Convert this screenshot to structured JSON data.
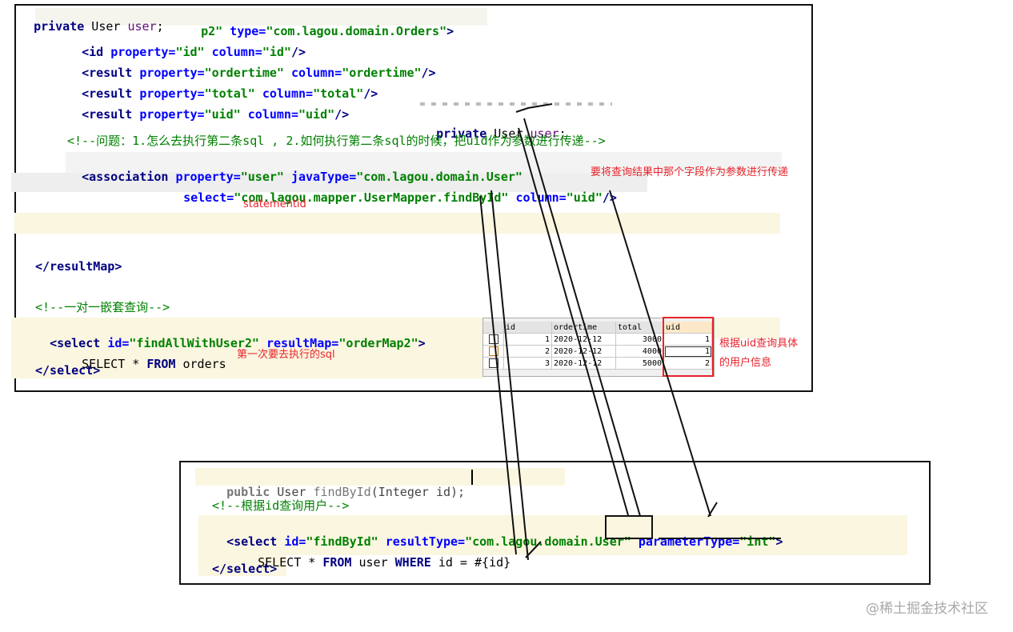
{
  "top_code": {
    "overlay_private": [
      "private",
      " User ",
      "user",
      ";"
    ],
    "resultmap_tail": [
      "p2\"",
      " type=",
      "\"com.lagou.domain.Orders\"",
      ">"
    ],
    "line_id": [
      "<id ",
      "property=",
      "\"id\"",
      " column=",
      "\"id\"",
      "/>"
    ],
    "line_ordertime": [
      "<result ",
      "property=",
      "\"ordertime\"",
      " column=",
      "\"ordertime\"",
      "/>"
    ],
    "line_total": [
      "<result ",
      "property=",
      "\"total\"",
      " column=",
      "\"total\"",
      "/>"
    ],
    "line_uid": [
      "<result ",
      "property=",
      "\"uid\"",
      " column=",
      "\"uid\"",
      "/>"
    ],
    "middle_private": [
      "private",
      " User ",
      "user",
      ";"
    ],
    "comment_question": "<!--问题：1.怎么去执行第二条sql , 2.如何执行第二条sql的时候，把uid作为参数进行传递-->",
    "assoc_line1": [
      "<association ",
      "property=",
      "\"user\"",
      " javaType=",
      "\"com.lagou.domain.User\""
    ],
    "assoc_line2": [
      "select=",
      "\"com.lagou.mapper.UserMapper.findById\"",
      " column=",
      "\"uid\"",
      "/>"
    ],
    "resultmap_close": "</resultMap>",
    "comment_nested": "<!--一对一嵌套查询-->",
    "select_open": [
      "<select ",
      "id=",
      "\"findAllWithUser2\"",
      " resultMap=",
      "\"orderMap2\"",
      ">"
    ],
    "select_body": [
      "SELECT * ",
      "FROM",
      " orders"
    ],
    "select_close": "</select>"
  },
  "annotations": {
    "statementid": "statementid",
    "which_field": "要将查询结果中那个字段作为参数进行传递",
    "first_sql": "第一次要去执行的sql",
    "by_uid_line1": "根据uid查询具体",
    "by_uid_line2": "的用户信息"
  },
  "table": {
    "columns": [
      "id",
      "ordertime",
      "total",
      "uid"
    ],
    "rows": [
      [
        "1",
        "2020-12-12",
        "3000",
        "1"
      ],
      [
        "2",
        "2020-12-12",
        "4000",
        "1"
      ],
      [
        "3",
        "2020-12-12",
        "5000",
        "2"
      ]
    ]
  },
  "bottom_code": {
    "method": [
      "public",
      " User ",
      "findById",
      "(Integer id);"
    ],
    "comment": "<!--根据id查询用户-->",
    "select_open": [
      "<select ",
      "id=",
      "\"findById\"",
      " resultType=",
      "\"com.lagou.domain.User\"",
      " parameterType=",
      "\"int\"",
      ">"
    ],
    "select_body": [
      "SELECT * ",
      "FROM",
      " user ",
      "WHERE",
      " id = #{id}"
    ],
    "select_close": "</select>"
  },
  "watermark": "@稀土掘金技术社区",
  "colors": {
    "tag": "#000080",
    "attribute": "#0000ff",
    "value": "#008000",
    "annotation_red": "#e8232b",
    "highlight": "#fbf6e0"
  }
}
